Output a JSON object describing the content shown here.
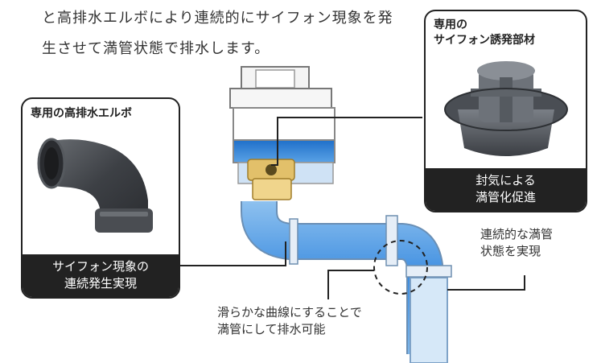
{
  "intro": {
    "line1": "と高排水エルボにより連続的にサイフォン現象を発",
    "line2": "生させて満管状態で排水します。"
  },
  "elbow_callout": {
    "title": "専用の高排水エルボ",
    "caption_line1": "サイフォン現象の",
    "caption_line2": "連続発生実現"
  },
  "siphon_callout": {
    "title_line1": "専用の",
    "title_line2": "サイフォン誘発部材",
    "caption_line1": "封気による",
    "caption_line2": "満管化促進"
  },
  "full_pipe_label": {
    "line1": "連続的な満管",
    "line2": "状態を実現"
  },
  "curve_label": {
    "line1": "滑らかな曲線にすることで",
    "line2": "満管にして排水可能"
  },
  "colors": {
    "dark": "#222222",
    "water": "#2f7fd3",
    "pipe_light": "#cfe2f5",
    "brass": "#d9b65a"
  }
}
